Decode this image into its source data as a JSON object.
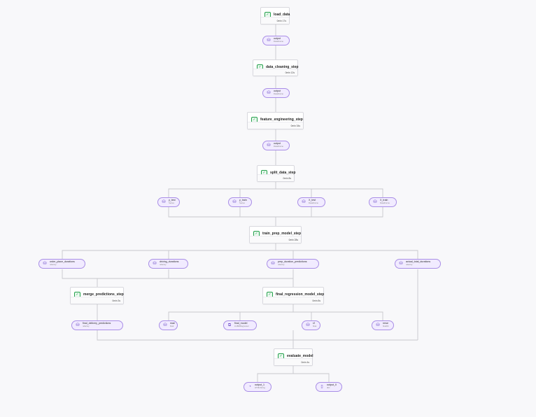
{
  "steps": {
    "load_data": {
      "name": "load_data",
      "duration": "0min 17s"
    },
    "data_cleaning_step": {
      "name": "data_cleaning_step",
      "duration": "0min 12s"
    },
    "feature_engineering_step": {
      "name": "feature_engineering_step",
      "duration": "0min 34s"
    },
    "split_data_step": {
      "name": "split_data_step",
      "duration": "0min 8s"
    },
    "train_prep_model_step": {
      "name": "train_prep_model_step",
      "duration": "0min 28s"
    },
    "merge_predictions_step": {
      "name": "merge_predictions_step",
      "duration": "0min 3s"
    },
    "final_regression_model_step": {
      "name": "final_regression_model_step",
      "duration": "0min 8s"
    },
    "evaluate_model": {
      "name": "evaluate_model",
      "duration": "0min 4s"
    }
  },
  "artifacts": {
    "output_load": {
      "name": "output",
      "type": "DataFrame",
      "icon": "database-icon"
    },
    "output_clean": {
      "name": "output",
      "type": "DataFrame",
      "icon": "database-icon"
    },
    "output_feature": {
      "name": "output",
      "type": "DataFrame",
      "icon": "database-icon"
    },
    "y_test": {
      "name": "y_test",
      "type": "Series",
      "icon": "database-icon"
    },
    "y_train": {
      "name": "y_train",
      "type": "Series",
      "icon": "database-icon"
    },
    "X_test": {
      "name": "X_test",
      "type": "DataFrame",
      "icon": "database-icon"
    },
    "X_train": {
      "name": "X_train",
      "type": "DataFrame",
      "icon": "database-icon"
    },
    "order_place_durations": {
      "name": "order_place_durations",
      "type": "ndarray",
      "icon": "database-icon"
    },
    "driving_durations": {
      "name": "driving_durations",
      "type": "ndarray",
      "icon": "database-icon"
    },
    "prep_duration_predictions": {
      "name": "prep_duration_predictions",
      "type": "ndarray",
      "icon": "database-icon"
    },
    "actual_total_durations": {
      "name": "actual_total_durations",
      "type": "ndarray",
      "icon": "database-icon"
    },
    "final_delivery_predictions": {
      "name": "final_delivery_predictions",
      "type": "ndarray",
      "icon": "database-icon"
    },
    "mae": {
      "name": "mae",
      "type": "float",
      "icon": "database-icon"
    },
    "final_model": {
      "name": "final_model",
      "type": "LGBMRegressor",
      "icon": "model-icon"
    },
    "r2": {
      "name": "r2",
      "type": "float",
      "icon": "database-icon"
    },
    "rmse": {
      "name": "rmse",
      "type": "float64",
      "icon": "database-icon"
    },
    "output_1": {
      "name": "output_1",
      "type": "HTMLString",
      "icon": "chart-icon"
    },
    "output_0": {
      "name": "output_0",
      "type": "dict",
      "icon": "document-icon"
    }
  },
  "colors": {
    "edge": "#c8c8cc",
    "artifact_border": "#a98ee6",
    "artifact_fill": "#f1ebff",
    "success": "#22a04a"
  }
}
